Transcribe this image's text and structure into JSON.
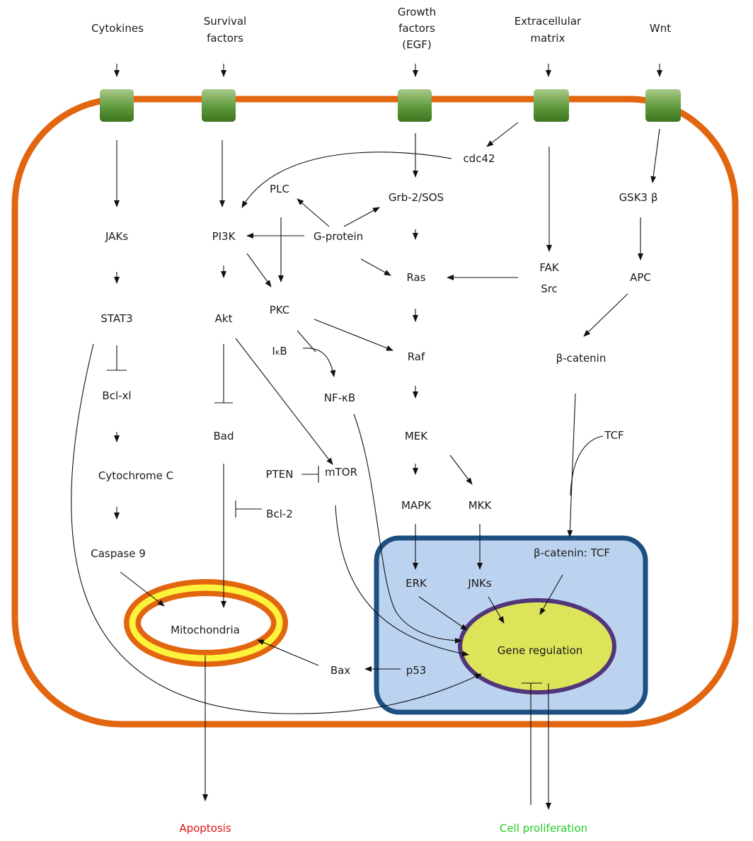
{
  "colors": {
    "membrane": "#e2650f",
    "receptor_dark": "#3e7420",
    "receptor_light": "#a9c988",
    "nucleus_fill": "#bcd3ef",
    "nucleus_border": "#1d5080",
    "gene_fill": "#dde45a",
    "gene_border": "#52357a",
    "mito_outer": "#e2650f",
    "mito_inner": "#fdf23c",
    "apoptosis_text": "#e01010",
    "proliferation_text": "#22cc22"
  },
  "signals": {
    "cytokines": "Cytokines",
    "survival_1": "Survival",
    "survival_2": "factors",
    "growth_1": "Growth",
    "growth_2": "factors",
    "growth_3": "(EGF)",
    "ecm_1": "Extracellular",
    "ecm_2": "matrix",
    "wnt": "Wnt"
  },
  "nodes": {
    "jaks": "JAKs",
    "stat3": "STAT3",
    "bclxl": "Bcl-xl",
    "cytochrome_c": "Cytochrome C",
    "caspase9": "Caspase 9",
    "pi3k": "PI3K",
    "akt": "Akt",
    "bad": "Bad",
    "plc": "PLC",
    "pkc": "PKC",
    "g_protein": "G-protein",
    "ikb_i": "I",
    "ikb_k": "κ",
    "ikb_b": "B",
    "nfkb": "NF-κB",
    "pten": "PTEN",
    "mtor": "mTOR",
    "bcl2": "Bcl-2",
    "bax": "Bax",
    "p53": "p53",
    "cdc42": "cdc42",
    "grb2sos": "Grb-2/SOS",
    "ras": "Ras",
    "raf": "Raf",
    "mek": "MEK",
    "mapk": "MAPK",
    "mkk": "MKK",
    "erk": "ERK",
    "jnks": "JNKs",
    "fak": "FAK",
    "src": "Src",
    "gsk3b": "GSK3 β",
    "apc": "APC",
    "bcatenin": "β-catenin",
    "tcf": "TCF",
    "bcatenin_tcf": "β-catenin: TCF",
    "mitochondria": "Mitochondria",
    "gene_regulation": "Gene regulation"
  },
  "outcomes": {
    "apoptosis": "Apoptosis",
    "cell_proliferation": "Cell proliferation"
  }
}
